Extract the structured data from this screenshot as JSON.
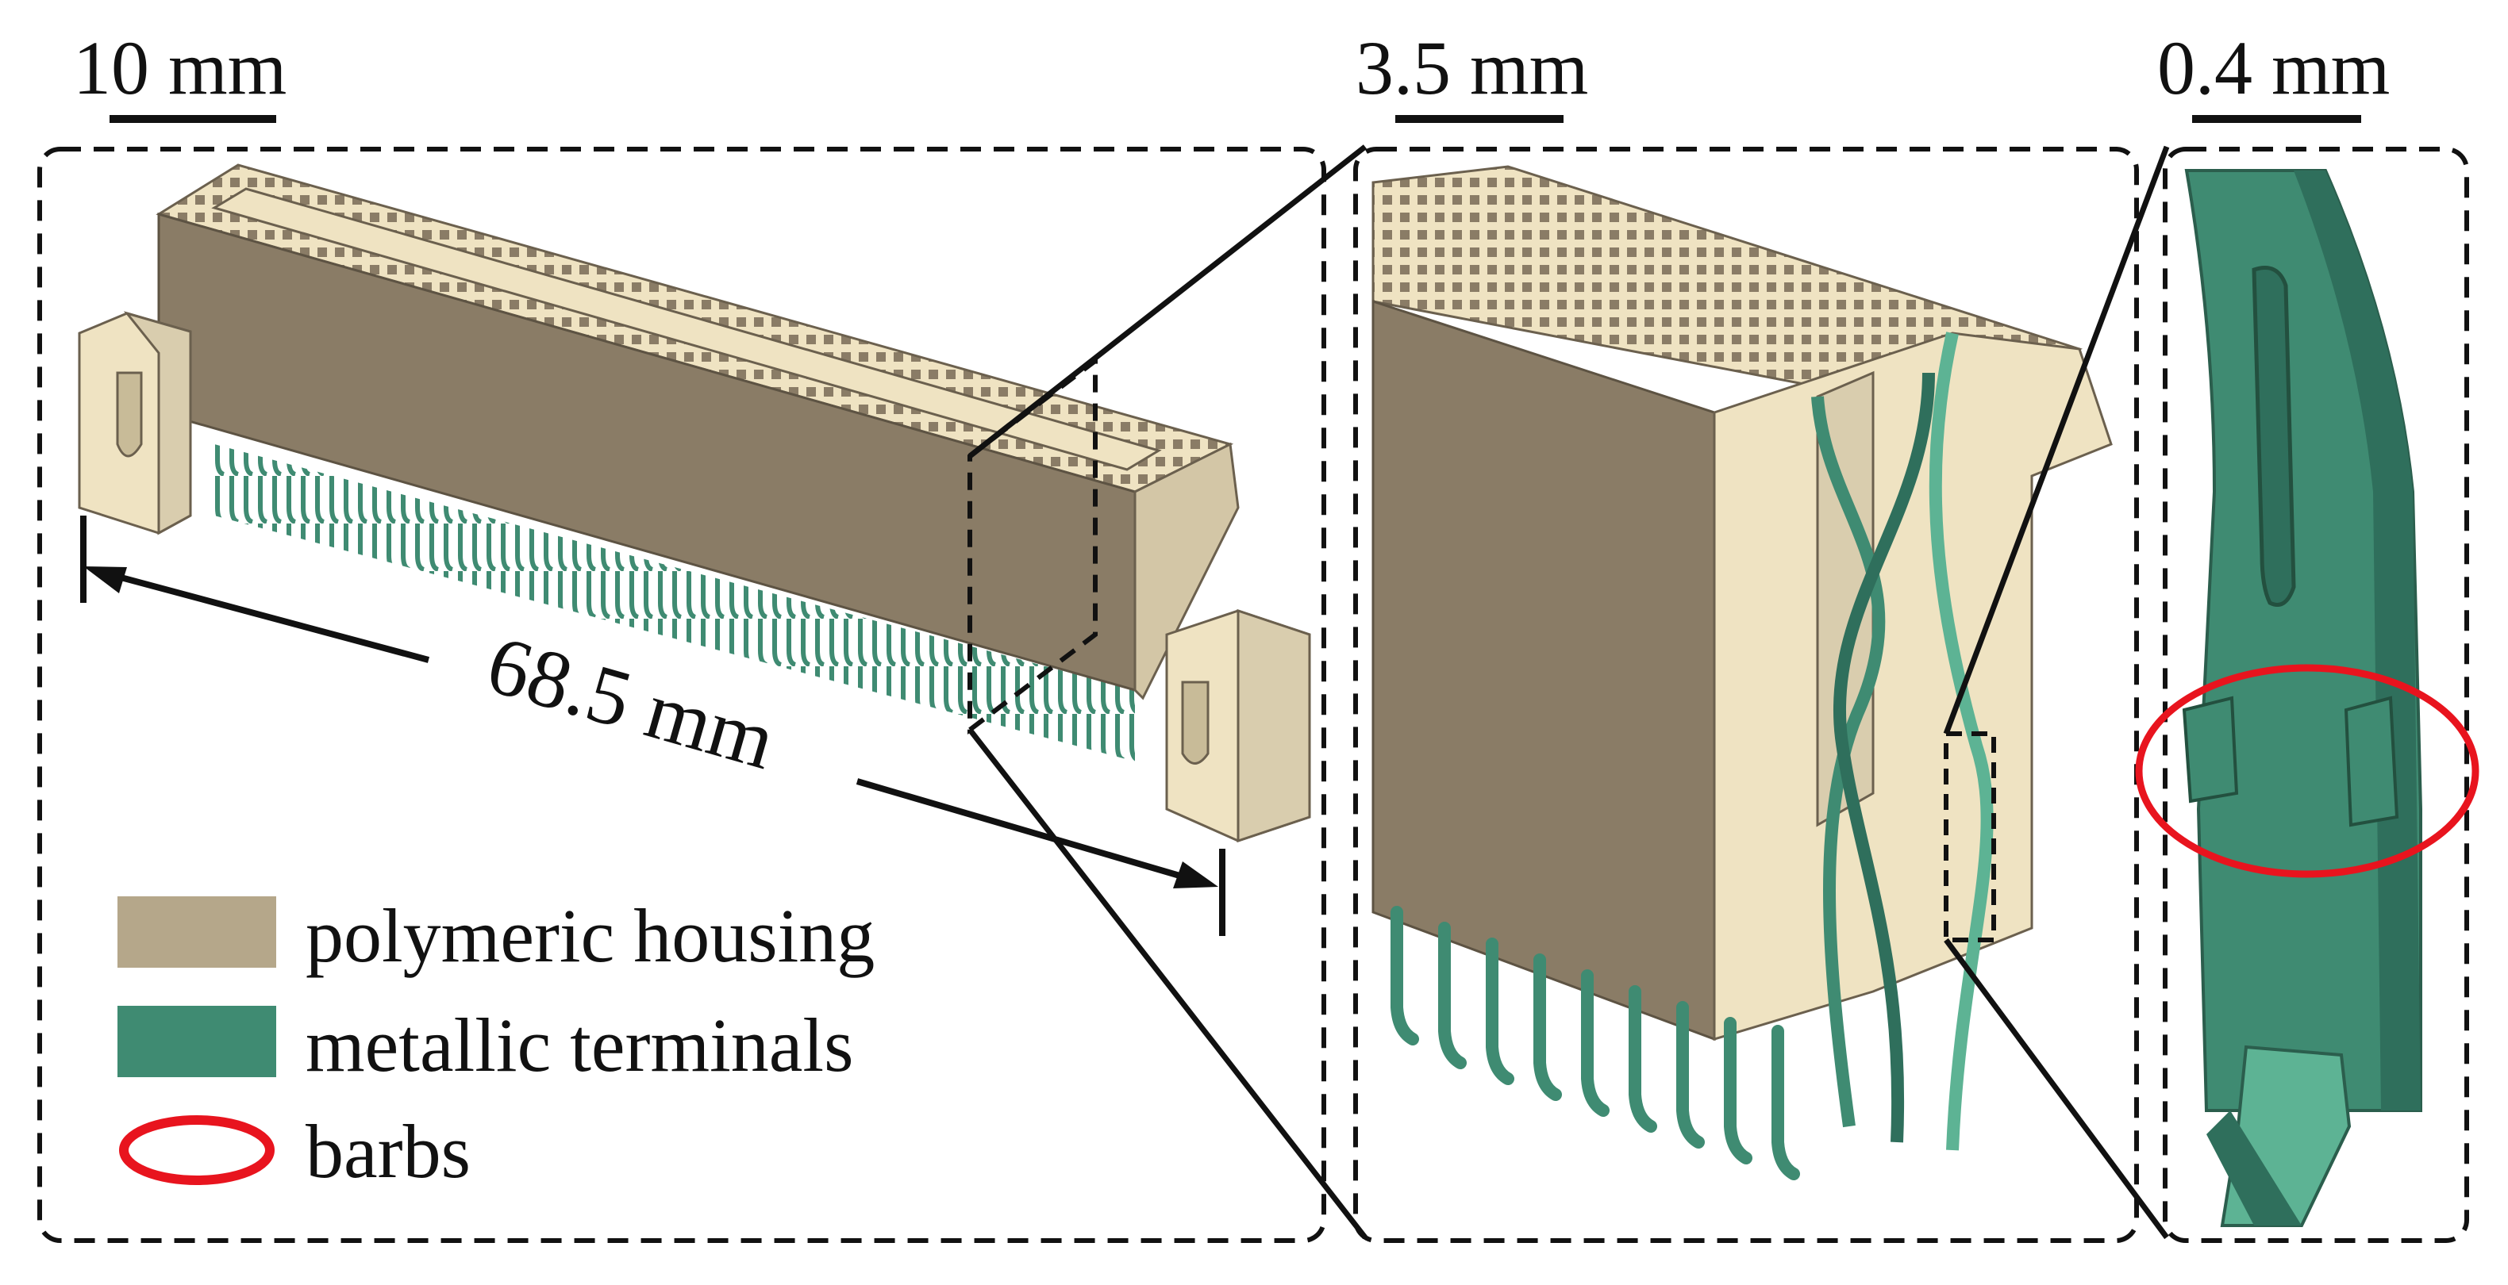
{
  "scale_bars": {
    "panel_1": "10 mm",
    "panel_2": "3.5 mm",
    "panel_3": "0.4 mm"
  },
  "dimension": "68.5 mm",
  "legend": {
    "housing": "polymeric housing",
    "terminals": "metallic terminals",
    "barbs": "barbs"
  },
  "colors": {
    "housing_front": "#8a7c66",
    "housing_top": "#d9cdae",
    "housing_light": "#f1e5c3",
    "terminal": "#3f8b72",
    "terminal_dark": "#2f6f5c",
    "terminal_light": "#5db394",
    "barb_marker": "#e8141e",
    "frame": "#111111"
  }
}
